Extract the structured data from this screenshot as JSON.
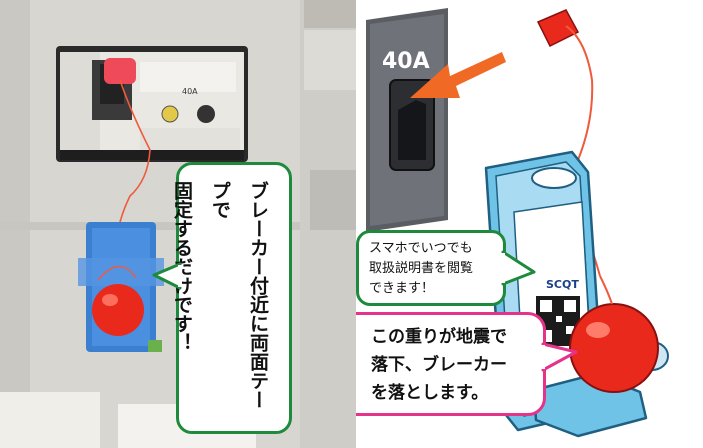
{
  "photo": {
    "breaker_label": "40A",
    "callout_vertical_lines": [
      "ブレーカー付近に両面テープで",
      "固定するだけです！"
    ]
  },
  "illustration": {
    "breaker_rating": "40A",
    "device_logo": "SCQT",
    "callout_manual_lines": [
      "スマホでいつでも",
      "取扱説明書を閲覧",
      "できます！"
    ],
    "callout_weight_lines": [
      "この重りが地震で",
      "落下、ブレーカー",
      "を落とします。"
    ]
  },
  "colors": {
    "callout_green": "#1e8a3c",
    "callout_pink": "#e6338a",
    "weight_red": "#e8291c",
    "arrow_orange": "#f06a25",
    "device_blue": "#6fc3e6"
  }
}
